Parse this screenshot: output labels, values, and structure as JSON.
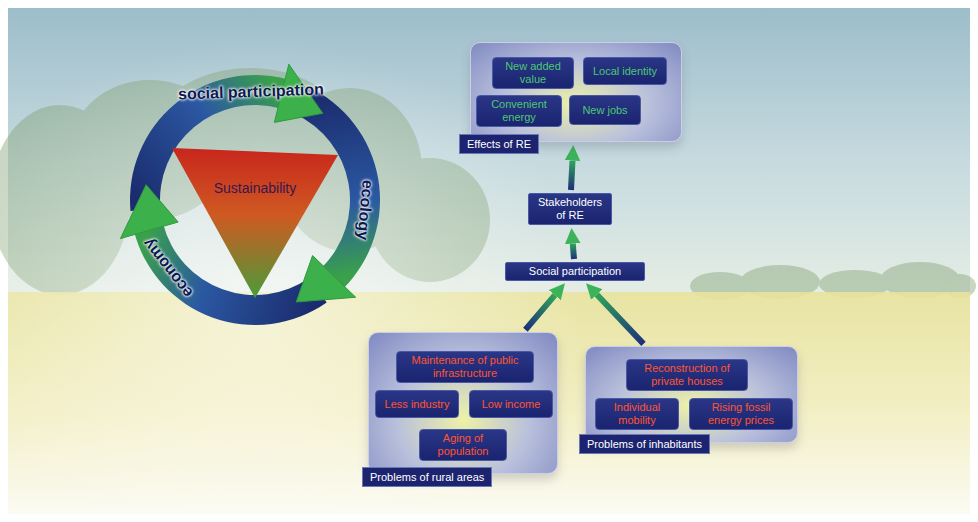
{
  "diagram": {
    "nodes": [
      {
        "text": [
          "Sustainability"
        ]
      },
      {
        "text": [
          "Effects of RE"
        ]
      },
      {
        "text": [
          "New added value"
        ],
        "in": 1
      },
      {
        "text": [
          "Local identity"
        ],
        "in": 1
      },
      {
        "text": [
          "Convenient energy"
        ],
        "in": 1
      },
      {
        "text": [
          "New jobs"
        ],
        "in": 1
      },
      {
        "text": [
          "Stakeholders of RE"
        ]
      },
      {
        "text": [
          "Social participation"
        ]
      },
      {
        "text": [
          "Problems of rural areas"
        ]
      },
      {
        "text": [
          "Maintenance of public infrastructure"
        ],
        "in": 8
      },
      {
        "text": [
          "Less industry"
        ],
        "in": 8
      },
      {
        "text": [
          "Low income"
        ],
        "in": 8
      },
      {
        "text": [
          "Aging of population"
        ],
        "in": 8
      },
      {
        "text": [
          "Problems of inhabitants"
        ]
      },
      {
        "text": [
          "Reconstruction of private houses"
        ],
        "in": 13
      },
      {
        "text": [
          "Individual mobility"
        ],
        "in": 13
      },
      {
        "text": [
          "Rising fossil energy prices"
        ],
        "in": 13
      }
    ],
    "edges": [
      {
        "from": 8,
        "to": 7,
        "arrow": "to"
      },
      {
        "from": 13,
        "to": 7,
        "arrow": "to"
      },
      {
        "from": 7,
        "to": 6,
        "arrow": "to"
      },
      {
        "from": 6,
        "to": 1,
        "arrow": "to"
      }
    ],
    "labels": [
      "social participation",
      "ecology",
      "economy"
    ]
  }
}
